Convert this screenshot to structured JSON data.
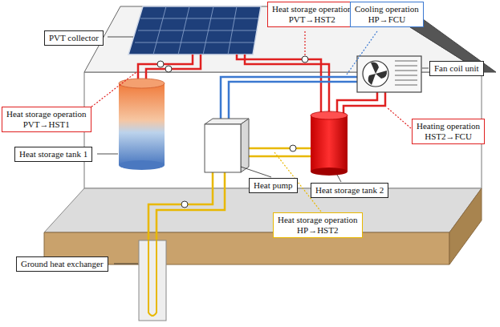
{
  "diagram": {
    "nodes": [
      {
        "text": [
          "Heat storage operation",
          "PVT→HST2"
        ]
      },
      {
        "text": [
          "Cooling operation",
          "HP→FCU"
        ]
      },
      {
        "text": [
          "PVT collector"
        ]
      },
      {
        "text": [
          "Fan coil unit"
        ]
      },
      {
        "text": [
          "Heat storage operation",
          "PVT→HST1"
        ]
      },
      {
        "text": [
          "Heating operation",
          "HST2→FCU"
        ]
      },
      {
        "text": [
          "Heat storage tank 1"
        ]
      },
      {
        "text": [
          "Heat pump"
        ]
      },
      {
        "text": [
          "Heat storage tank 2"
        ]
      },
      {
        "text": [
          "Heat storage operation",
          "HP→HST2"
        ]
      },
      {
        "text": [
          "Ground heat exchanger"
        ]
      }
    ]
  }
}
